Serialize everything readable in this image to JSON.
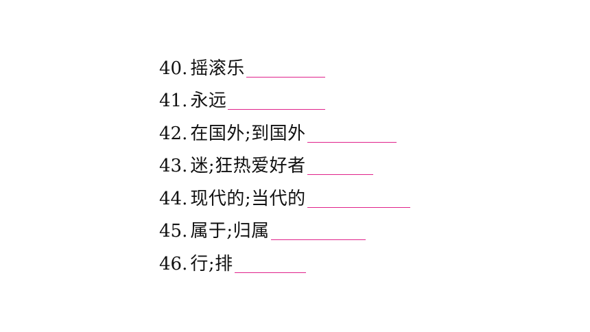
{
  "worksheet": {
    "items": [
      {
        "number": "40",
        "prompt": "摇滚乐"
      },
      {
        "number": "41",
        "prompt": "永远"
      },
      {
        "number": "42",
        "prompt": "在国外;到国外"
      },
      {
        "number": "43",
        "prompt": "迷;狂热爱好者"
      },
      {
        "number": "44",
        "prompt": "现代的;当代的"
      },
      {
        "number": "45",
        "prompt": "属于;归属"
      },
      {
        "number": "46",
        "prompt": "行;排"
      }
    ],
    "separator": ".",
    "blank_color": "#e0218a",
    "text_color": "#111111"
  }
}
